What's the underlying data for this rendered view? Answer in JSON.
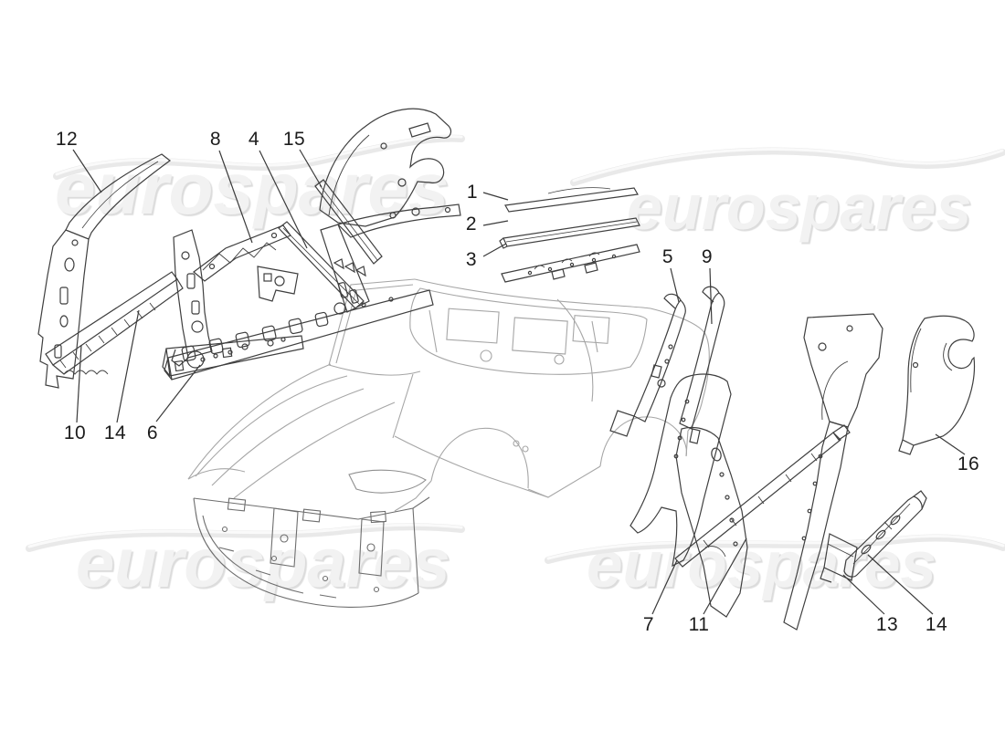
{
  "watermark": {
    "text": "eurospares"
  },
  "colors": {
    "background": "#ffffff",
    "part_line": "#3f3f3f",
    "car_line": "#a6a6a6",
    "front_structure_line": "#6e6e6e",
    "leader_line": "#3a3a3a",
    "label_text": "#1c1c1c",
    "watermark_text": "#f2f2f2"
  },
  "callouts": [
    {
      "label": "12"
    },
    {
      "label": "8"
    },
    {
      "label": "4"
    },
    {
      "label": "15"
    },
    {
      "label": "1"
    },
    {
      "label": "2"
    },
    {
      "label": "3"
    },
    {
      "label": "5"
    },
    {
      "label": "9"
    },
    {
      "label": "10"
    },
    {
      "label": "14"
    },
    {
      "label": "6"
    },
    {
      "label": "7"
    },
    {
      "label": "11"
    },
    {
      "label": "13"
    },
    {
      "label": "14"
    },
    {
      "label": "16"
    }
  ]
}
